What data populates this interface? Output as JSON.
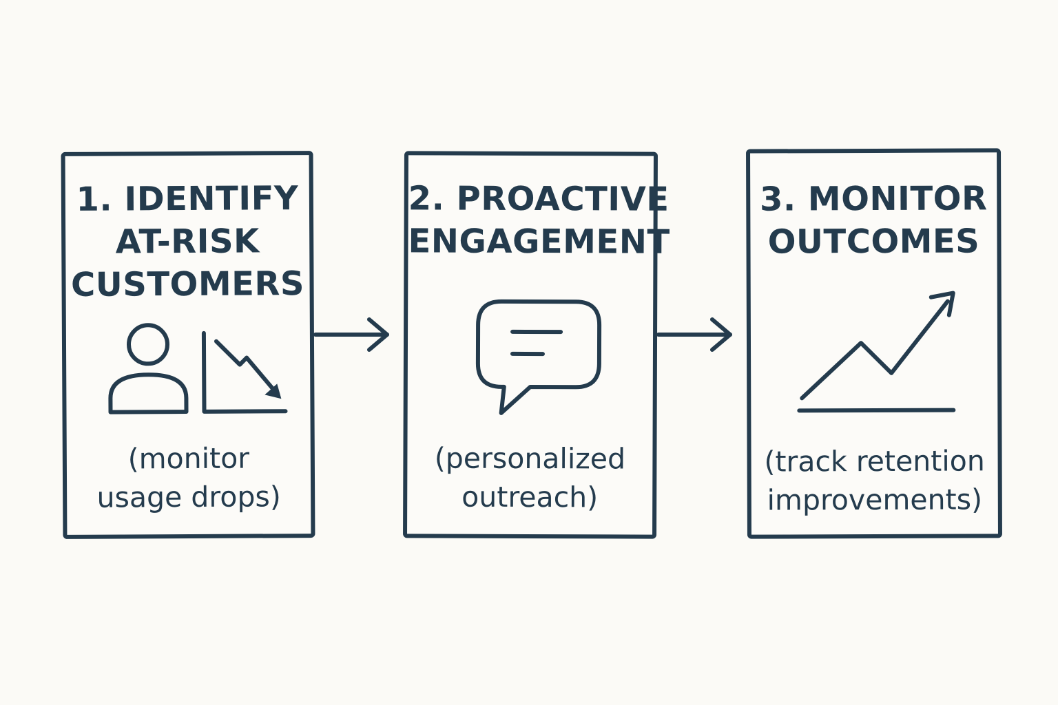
{
  "steps": [
    {
      "title_lines": [
        "1. IDENTIFY",
        "AT-RISK",
        "CUSTOMERS"
      ],
      "icon": "user-declining-chart-icon",
      "caption_lines": [
        "(monitor",
        "usage drops)"
      ]
    },
    {
      "title_lines": [
        "2. PROACTIVE",
        "ENGAGEMENT"
      ],
      "icon": "chat-bubble-icon",
      "caption_lines": [
        "(personalized",
        "outreach)"
      ]
    },
    {
      "title_lines": [
        "3. MONITOR",
        "OUTCOMES"
      ],
      "icon": "rising-trend-icon",
      "caption_lines": [
        "(track retention",
        "improvements)"
      ]
    }
  ],
  "colors": {
    "ink": "#243b4d",
    "background": "#fbfaf6"
  }
}
